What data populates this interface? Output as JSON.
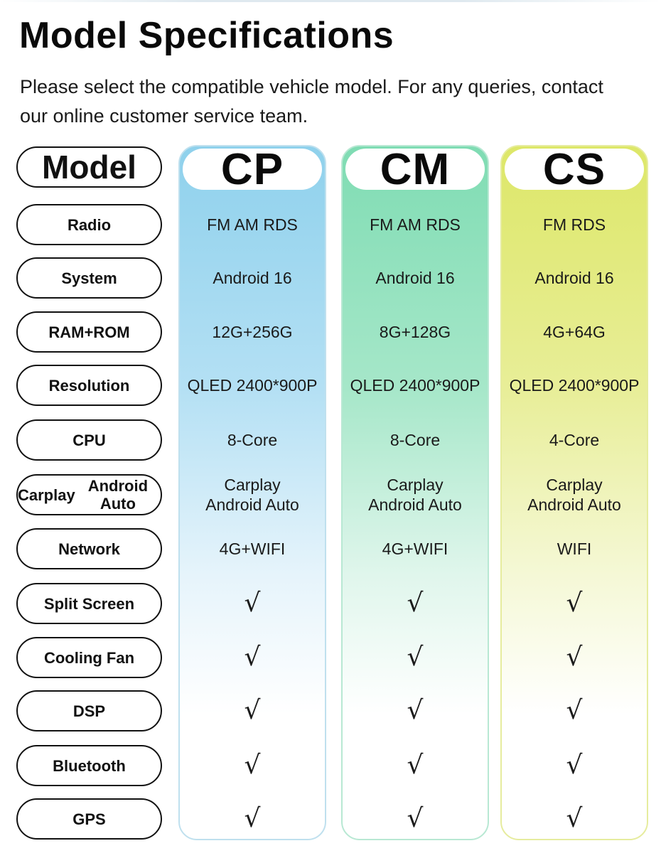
{
  "title": "Model Specifications",
  "subtitle": "Please select the compatible vehicle model. For any queries, contact our online customer service team.",
  "header_label": "Model",
  "models": [
    "CP",
    "CM",
    "CS"
  ],
  "rows": [
    {
      "label": "Radio",
      "values": [
        "FM AM RDS",
        "FM AM RDS",
        "FM RDS"
      ]
    },
    {
      "label": "System",
      "values": [
        "Android 16",
        "Android 16",
        "Android 16"
      ]
    },
    {
      "label": "RAM+ROM",
      "values": [
        "12G+256G",
        "8G+128G",
        "4G+64G"
      ]
    },
    {
      "label": "Resolution",
      "values": [
        "QLED 2400*900P",
        "QLED 2400*900P",
        "QLED 2400*900P"
      ]
    },
    {
      "label": "CPU",
      "values": [
        "8-Core",
        "8-Core",
        "4-Core"
      ]
    },
    {
      "label": "Carplay\nAndroid Auto",
      "values": [
        "Carplay\nAndroid Auto",
        "Carplay\nAndroid Auto",
        "Carplay\nAndroid Auto"
      ]
    },
    {
      "label": "Network",
      "values": [
        "4G+WIFI",
        "4G+WIFI",
        "WIFI"
      ]
    },
    {
      "label": "Split Screen",
      "values": [
        "√",
        "√",
        "√"
      ]
    },
    {
      "label": "Cooling Fan",
      "values": [
        "√",
        "√",
        "√"
      ]
    },
    {
      "label": "DSP",
      "values": [
        "√",
        "√",
        "√"
      ]
    },
    {
      "label": "Bluetooth",
      "values": [
        "√",
        "√",
        "√"
      ]
    },
    {
      "label": "GPS",
      "values": [
        "√",
        "√",
        "√"
      ]
    }
  ],
  "colors": {
    "cp": "#8fd1ec",
    "cm": "#7fdcb3",
    "cs": "#dde768"
  }
}
